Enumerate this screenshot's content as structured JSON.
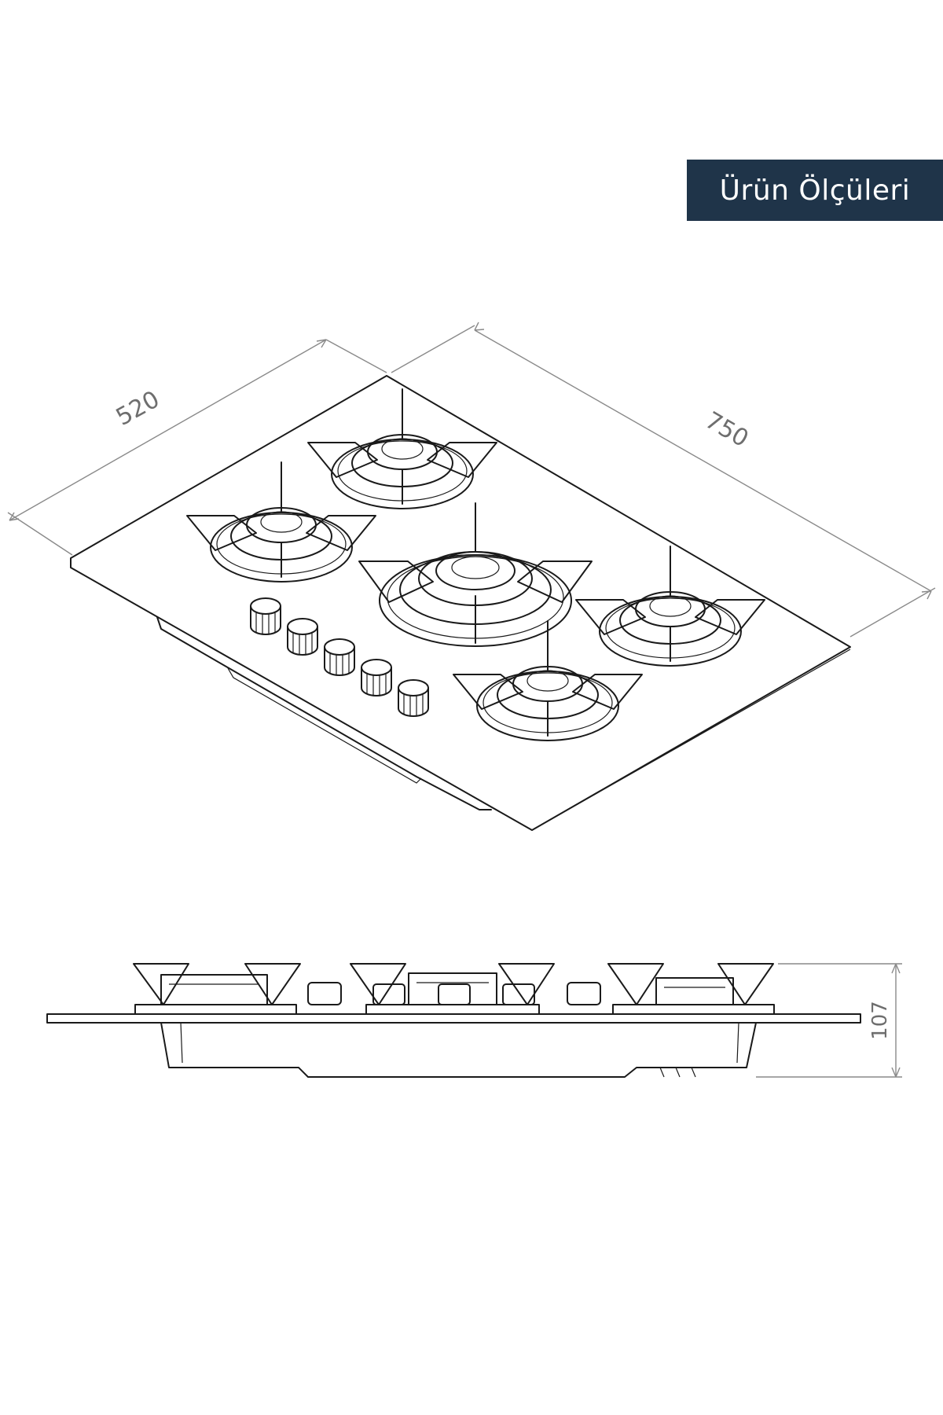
{
  "header": {
    "badge_label": "Ürün Ölçüleri"
  },
  "dimensions": {
    "depth": "520",
    "width": "750",
    "height": "107"
  },
  "colors": {
    "badge_bg": "#1f3449",
    "badge_text": "#ffffff",
    "line": "#1a1a1a",
    "dimension": "#8a8a8a"
  }
}
